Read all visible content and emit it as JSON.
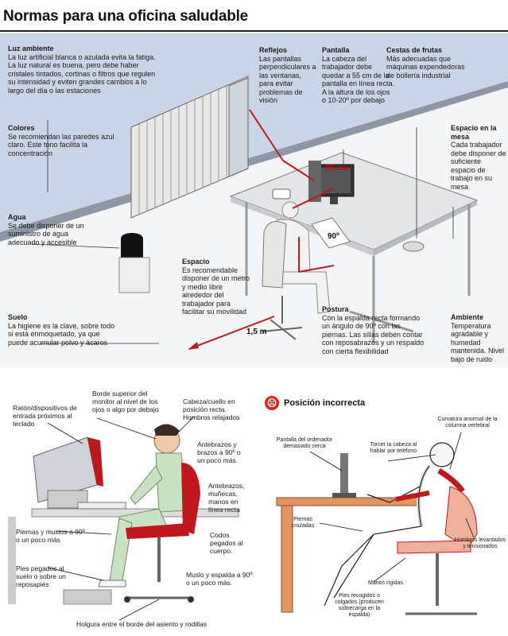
{
  "title": "Normas para una oficina saludable",
  "top": {
    "luz": {
      "h": "Luz ambiente",
      "b": "La luz artificial blanca o azulada evita la fatiga. La luz natural es buena, pero debe haber cristales tintados, cortinas o filtros que regulen su intensidad y eviten grandes cambios a lo largo del día o las estaciones"
    },
    "reflejos": {
      "h": "Reflejos",
      "b": "Las pantallas perpendiculares a las ventanas, para evitar problemas de visión"
    },
    "pantalla": {
      "h": "Pantalla",
      "b": "La cabeza del trabajador debe quedar a 55 cm de la pantalla en línea recta. A la altura de los ojos o 10-20º por debajo"
    },
    "cestas": {
      "h": "Cestas de frutas",
      "b": "Más adecuadas que máquinas expendedoras de bollería industrial"
    },
    "colores": {
      "h": "Colores",
      "b": "Se recomiendan las paredes azul claro. Este tono facilita la concentración"
    },
    "espacio_mesa": {
      "h": "Espacio en la mesa",
      "b": "Cada trabajador debe disponer de suficiente espacio de trabajo en su mesa"
    },
    "agua": {
      "h": "Agua",
      "b": "Se debe disponer de un suministro de agua adecuado y accesible"
    },
    "espacio": {
      "h": "Espacio",
      "b": "Es recomendable disponer de un metro y medio libre alrededor del trabajador para facilitar su movilidad"
    },
    "suelo": {
      "h": "Suelo",
      "b": "La higiene es la clave, sobre todo si está enmoquetado, ya que puede acumular polvo y ácaros"
    },
    "postura": {
      "h": "Postura",
      "b": "Con la espalda recta formando un ángulo de 90º con las piernas. Las sillas deben contar con reposabrazos y un respaldo con cierta flexibilidad"
    },
    "ambiente": {
      "h": "Ambiente",
      "b": "Temperatura agradable y humedad mantenida. Nivel bajo de ruido"
    },
    "dist_55": "55 cm",
    "angle_90": "90º",
    "dist_15": "1,5 m"
  },
  "correct": {
    "raton": "Ratón/dispositivos de entrada próximos al teclado",
    "borde": "Borde superior del monitor al nivel de los ojos o algo por debajo",
    "cabeza": "Cabeza/cuello en posición recta. Hombros relajados",
    "antebrazos1": "Antebrazos y brazos a 90º o un poco más.",
    "antebrazos2": "Antebrazos, muñecas, manos en línea recta",
    "piernas": "Piernas y muslos a 90º o un poco más",
    "codos": "Codos pegados al cuerpo.",
    "pies": "Pies pegados al suelo o sobre un reposapiés",
    "muslo": "Muslo y espalda a 90º o un poco más.",
    "holgura": "Holgura entre el borde del asiento y rodillas"
  },
  "incorrect": {
    "title": "Posición incorrecta",
    "icon": "sad-face-icon",
    "pantalla": "Pantalla del ordenador demasiado cerca",
    "torcer": "Torcer la cabeza al hablar por teléfono",
    "curvatura": "Curvatura anormal de la columna vertebral",
    "piernas": "Piernas cruzadas",
    "hombros": "Hombros levantados y tensionados",
    "manos": "Manos rígidas",
    "pies": "Pies recogidos o colgados (producen sobrecarga en la espalda)"
  },
  "colors": {
    "wall": "#c9d5e6",
    "accent": "#c0161d",
    "skin": "#c9e0c2"
  }
}
